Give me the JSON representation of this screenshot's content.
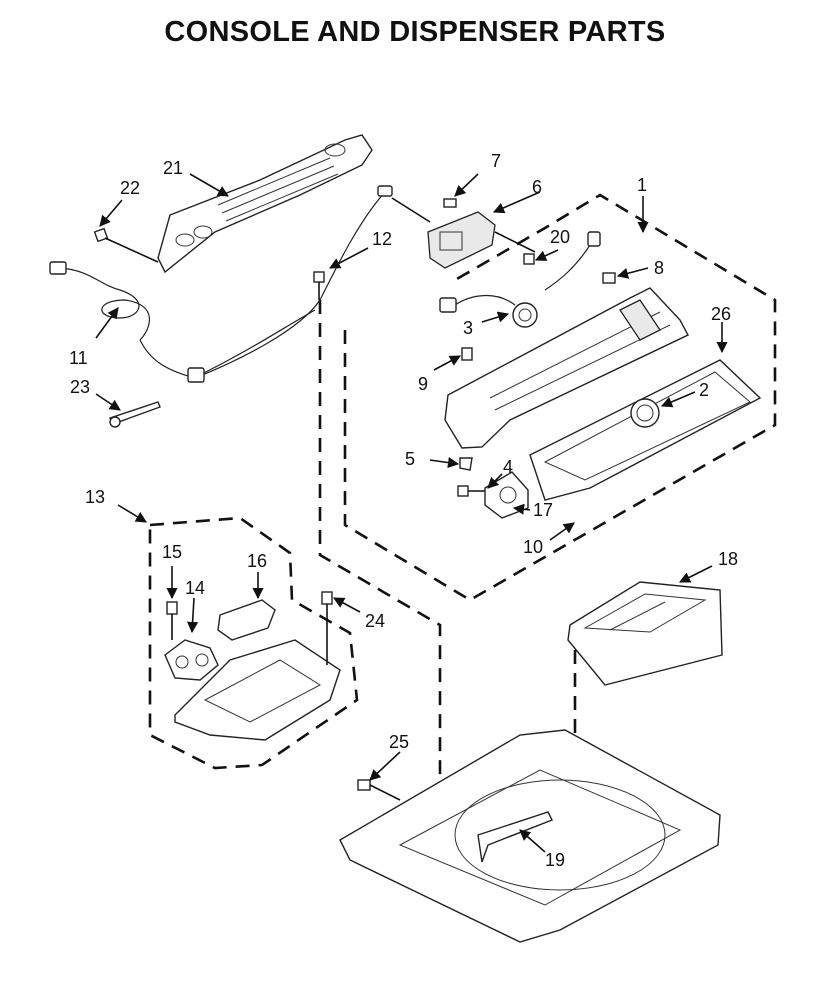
{
  "title": "CONSOLE AND DISPENSER PARTS",
  "callouts": [
    {
      "id": "c1",
      "label": "1"
    },
    {
      "id": "c2",
      "label": "2"
    },
    {
      "id": "c3",
      "label": "3"
    },
    {
      "id": "c4",
      "label": "4"
    },
    {
      "id": "c5",
      "label": "5"
    },
    {
      "id": "c6",
      "label": "6"
    },
    {
      "id": "c7",
      "label": "7"
    },
    {
      "id": "c8",
      "label": "8"
    },
    {
      "id": "c9",
      "label": "9"
    },
    {
      "id": "c10",
      "label": "10"
    },
    {
      "id": "c11",
      "label": "11"
    },
    {
      "id": "c12",
      "label": "12"
    },
    {
      "id": "c13",
      "label": "13"
    },
    {
      "id": "c14",
      "label": "14"
    },
    {
      "id": "c15",
      "label": "15"
    },
    {
      "id": "c16",
      "label": "16"
    },
    {
      "id": "c17",
      "label": "17"
    },
    {
      "id": "c18",
      "label": "18"
    },
    {
      "id": "c19",
      "label": "19"
    },
    {
      "id": "c20",
      "label": "20"
    },
    {
      "id": "c21",
      "label": "21"
    },
    {
      "id": "c22",
      "label": "22"
    },
    {
      "id": "c23",
      "label": "23"
    },
    {
      "id": "c24",
      "label": "24"
    },
    {
      "id": "c25",
      "label": "25"
    },
    {
      "id": "c26",
      "label": "26"
    }
  ]
}
